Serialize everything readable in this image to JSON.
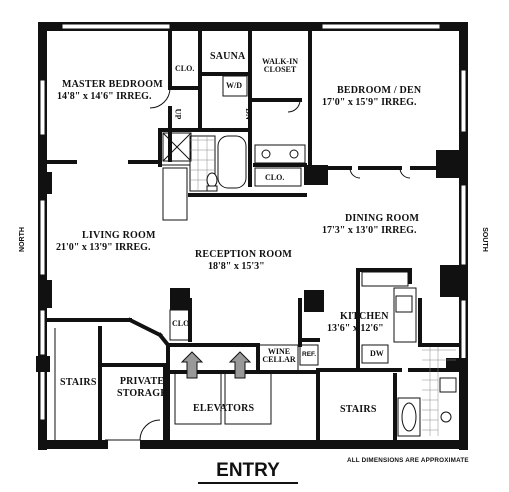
{
  "title": "ENTRY",
  "note": "ALL DIMENSIONS ARE APPROXIMATE",
  "compass": {
    "west": "NORTH",
    "east": "SOUTH"
  },
  "rooms": {
    "master_bedroom": {
      "name": "MASTER BEDROOM",
      "dims": "14'8\" x 14'6\" IRREG."
    },
    "bedroom_den": {
      "name": "BEDROOM / DEN",
      "dims": "17'0\" x 15'9\" IRREG."
    },
    "living_room": {
      "name": "LIVING ROOM",
      "dims": "21'0\" x 13'9\" IRREG."
    },
    "reception_room": {
      "name": "RECEPTION ROOM",
      "dims": "18'8\" x 15'3\""
    },
    "dining_room": {
      "name": "DINING ROOM",
      "dims": "17'3\" x 13'0\" IRREG."
    },
    "kitchen": {
      "name": "KITCHEN",
      "dims": "13'6\" x 12'6\""
    },
    "walk_in_closet": {
      "name_line1": "WALK-IN",
      "name_line2": "CLOSET"
    },
    "sauna": {
      "name": "SAUNA"
    },
    "private_storage": {
      "name_line1": "PRIVATE",
      "name_line2": "STORAGE"
    },
    "wine_cellar": {
      "name_line1": "WINE",
      "name_line2": "CELLAR"
    },
    "elevators": {
      "name": "ELEVATORS"
    },
    "stairs_left": {
      "name": "STAIRS"
    },
    "stairs_right": {
      "name": "STAIRS"
    }
  },
  "fixtures": {
    "closet_master": "CLO.",
    "closet_bath": "CLO.",
    "closet_reception": "CLO.",
    "washer_dryer": "W/D",
    "refrigerator": "REF.",
    "dishwasher": "DW",
    "up": "UP",
    "dn": "DN"
  }
}
